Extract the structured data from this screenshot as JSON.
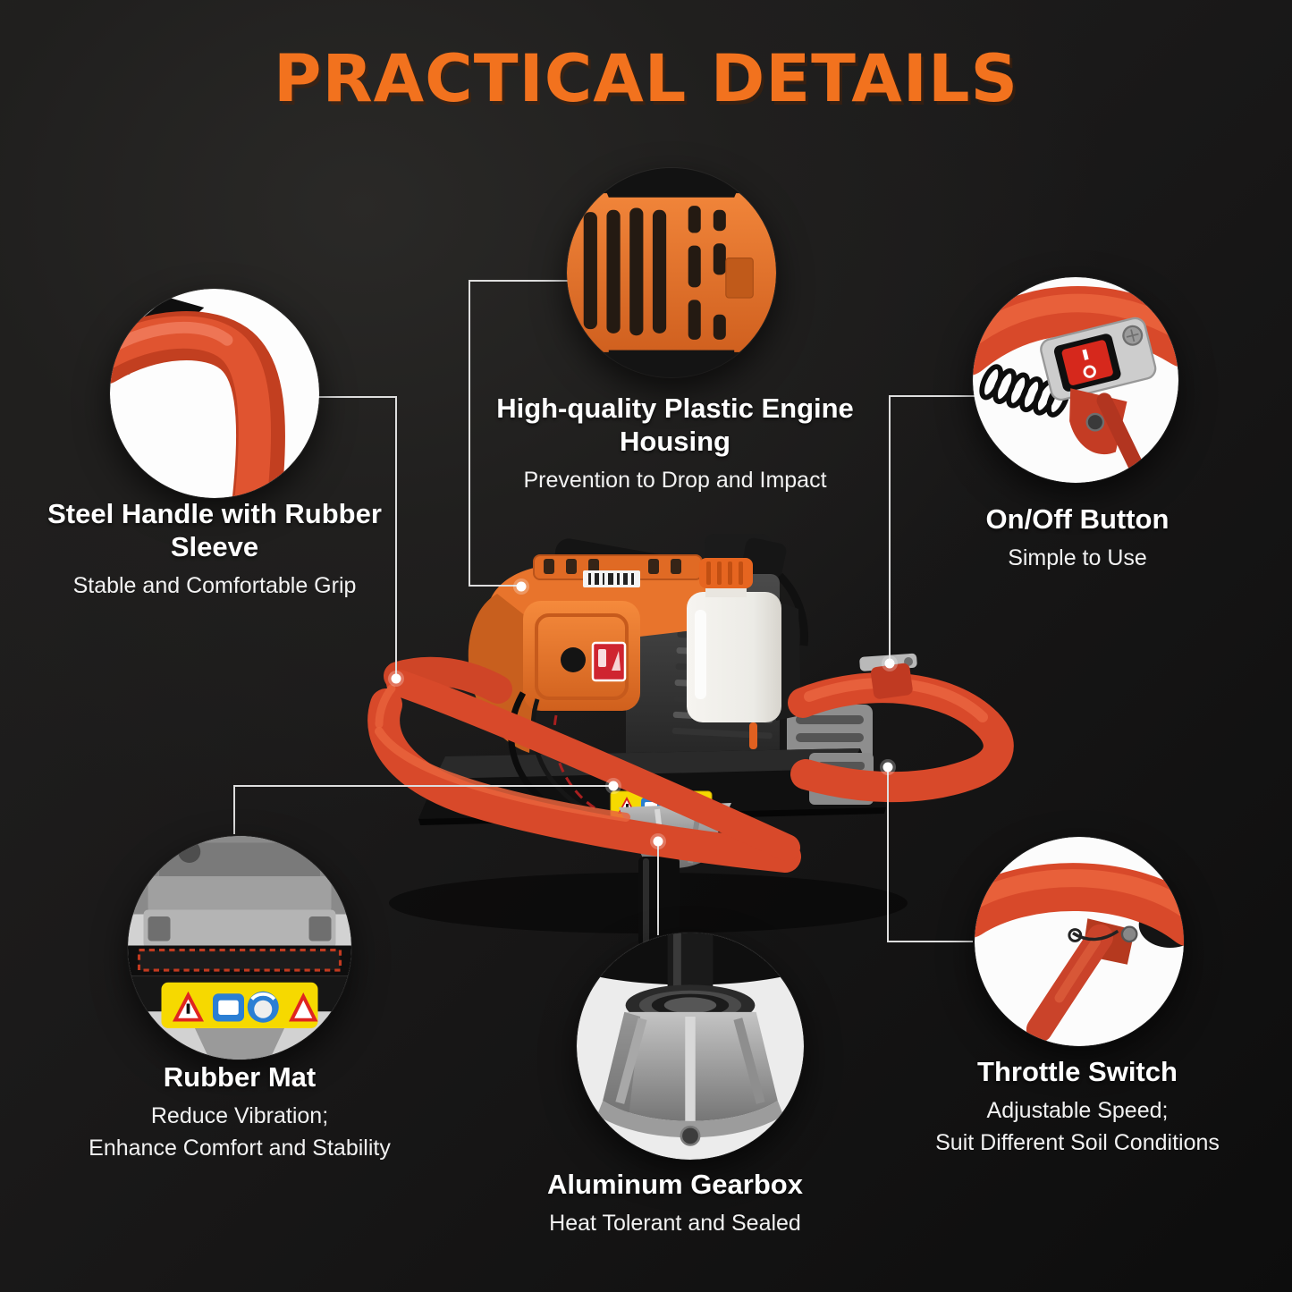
{
  "title": "PRACTICAL DETAILS",
  "features": [
    {
      "id": "steel-handle",
      "heading": "Steel Handle with Rubber Sleeve",
      "desc_lines": [
        "Stable and Comfortable Grip"
      ]
    },
    {
      "id": "engine-housing",
      "heading": "High-quality Plastic Engine Housing",
      "desc_lines": [
        "Prevention to Drop and Impact"
      ]
    },
    {
      "id": "on-off-button",
      "heading": "On/Off Button",
      "desc_lines": [
        "Simple to Use"
      ]
    },
    {
      "id": "rubber-mat",
      "heading": "Rubber Mat",
      "desc_lines": [
        "Reduce Vibration;",
        "Enhance Comfort and Stability"
      ]
    },
    {
      "id": "aluminum-gearbox",
      "heading": "Aluminum Gearbox",
      "desc_lines": [
        "Heat Tolerant and Sealed"
      ]
    },
    {
      "id": "throttle-switch",
      "heading": "Throttle Switch",
      "desc_lines": [
        "Adjustable Speed;",
        "Suit Different Soil Conditions"
      ]
    }
  ],
  "colors": {
    "accent_orange": "#F2721E",
    "machine_orange": "#E8742C",
    "handle_red": "#D8492A",
    "switch_red": "#D6281C",
    "warning_label_yellow": "#F6D900",
    "callout_line": "#DEDEDE",
    "heading_text": "#FFFFFF",
    "background_dark": "#1A1A1A"
  }
}
